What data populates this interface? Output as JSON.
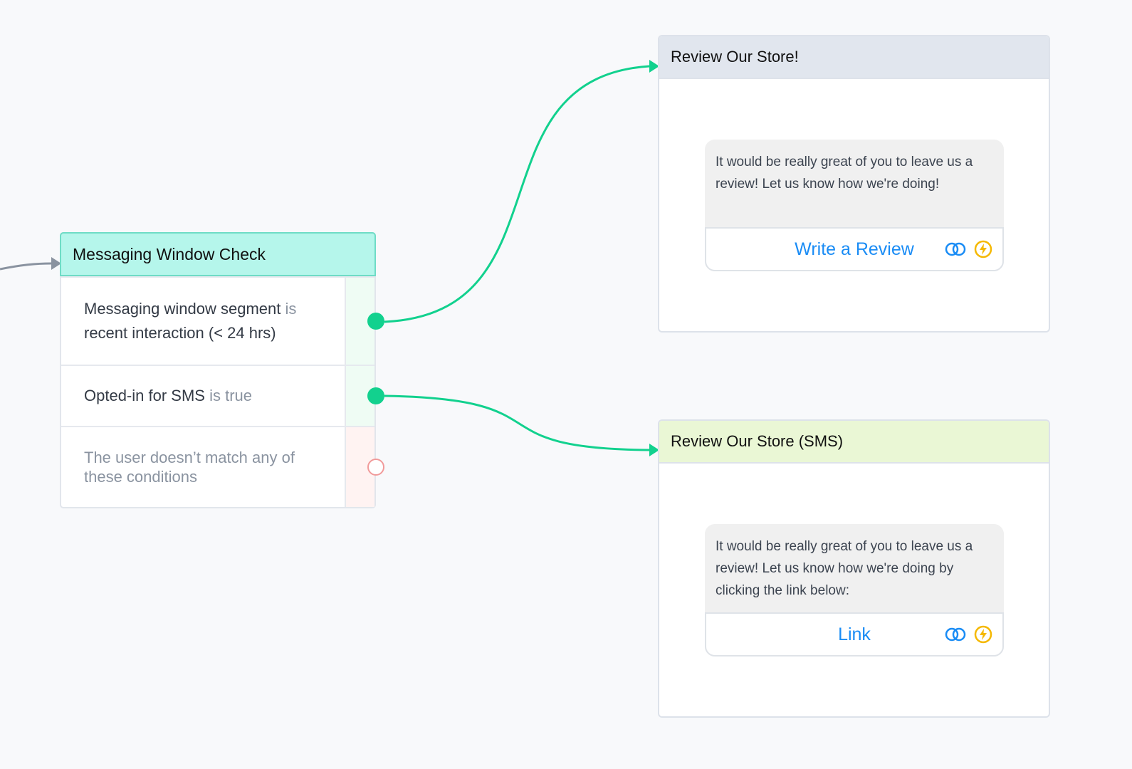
{
  "condition_node": {
    "title": "Messaging Window Check",
    "rows": [
      {
        "field": "Messaging window segment",
        "operator": "is",
        "value": "recent interaction (< 24 hrs)",
        "connected": true
      },
      {
        "field": "Opted-in for SMS",
        "operator": "is true",
        "connected": true
      },
      {
        "fallback": "The user doesn’t match any of these conditions",
        "connected": false
      }
    ]
  },
  "message_nodes": [
    {
      "title": "Review Our Store!",
      "text": "It would be really great of you to leave us a review! Let us know how we're doing!",
      "button_label": "Write a Review",
      "icons": [
        "link-icon",
        "lightning-icon"
      ]
    },
    {
      "title": "Review Our Store (SMS)",
      "text": "It would be really great of you to leave us a review! Let us know how we're doing by clicking the link below:",
      "button_label": "Link",
      "icons": [
        "link-icon",
        "lightning-icon"
      ]
    }
  ],
  "colors": {
    "connector": "#12d18e",
    "incoming_connector": "#8a93a0",
    "condition_header": "#b5f6eb",
    "message1_header": "#e1e6ee",
    "message2_header": "#eaf7d5",
    "button_text": "#1a8cf5",
    "lightning": "#f5b800"
  }
}
